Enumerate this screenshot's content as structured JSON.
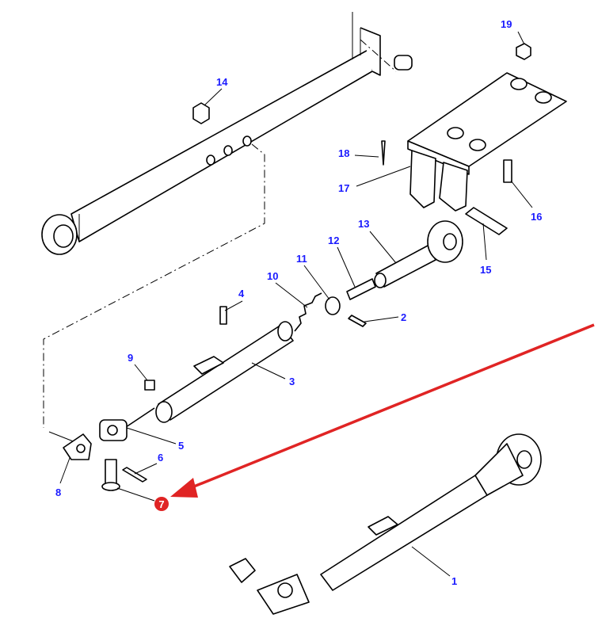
{
  "diagram": {
    "labels": [
      {
        "id": "19",
        "text": "19"
      },
      {
        "id": "14",
        "text": "14"
      },
      {
        "id": "18",
        "text": "18"
      },
      {
        "id": "17",
        "text": "17"
      },
      {
        "id": "16",
        "text": "16"
      },
      {
        "id": "13",
        "text": "13"
      },
      {
        "id": "12",
        "text": "12"
      },
      {
        "id": "15",
        "text": "15"
      },
      {
        "id": "11",
        "text": "11"
      },
      {
        "id": "10",
        "text": "10"
      },
      {
        "id": "4",
        "text": "4"
      },
      {
        "id": "2",
        "text": "2"
      },
      {
        "id": "9",
        "text": "9"
      },
      {
        "id": "3",
        "text": "3"
      },
      {
        "id": "5",
        "text": "5"
      },
      {
        "id": "6",
        "text": "6"
      },
      {
        "id": "8",
        "text": "8"
      },
      {
        "id": "1",
        "text": "1"
      }
    ],
    "highlight": {
      "text": "7",
      "color": "#e02424"
    },
    "arrow_color": "#e02424",
    "label_color": "#1a1aff"
  }
}
